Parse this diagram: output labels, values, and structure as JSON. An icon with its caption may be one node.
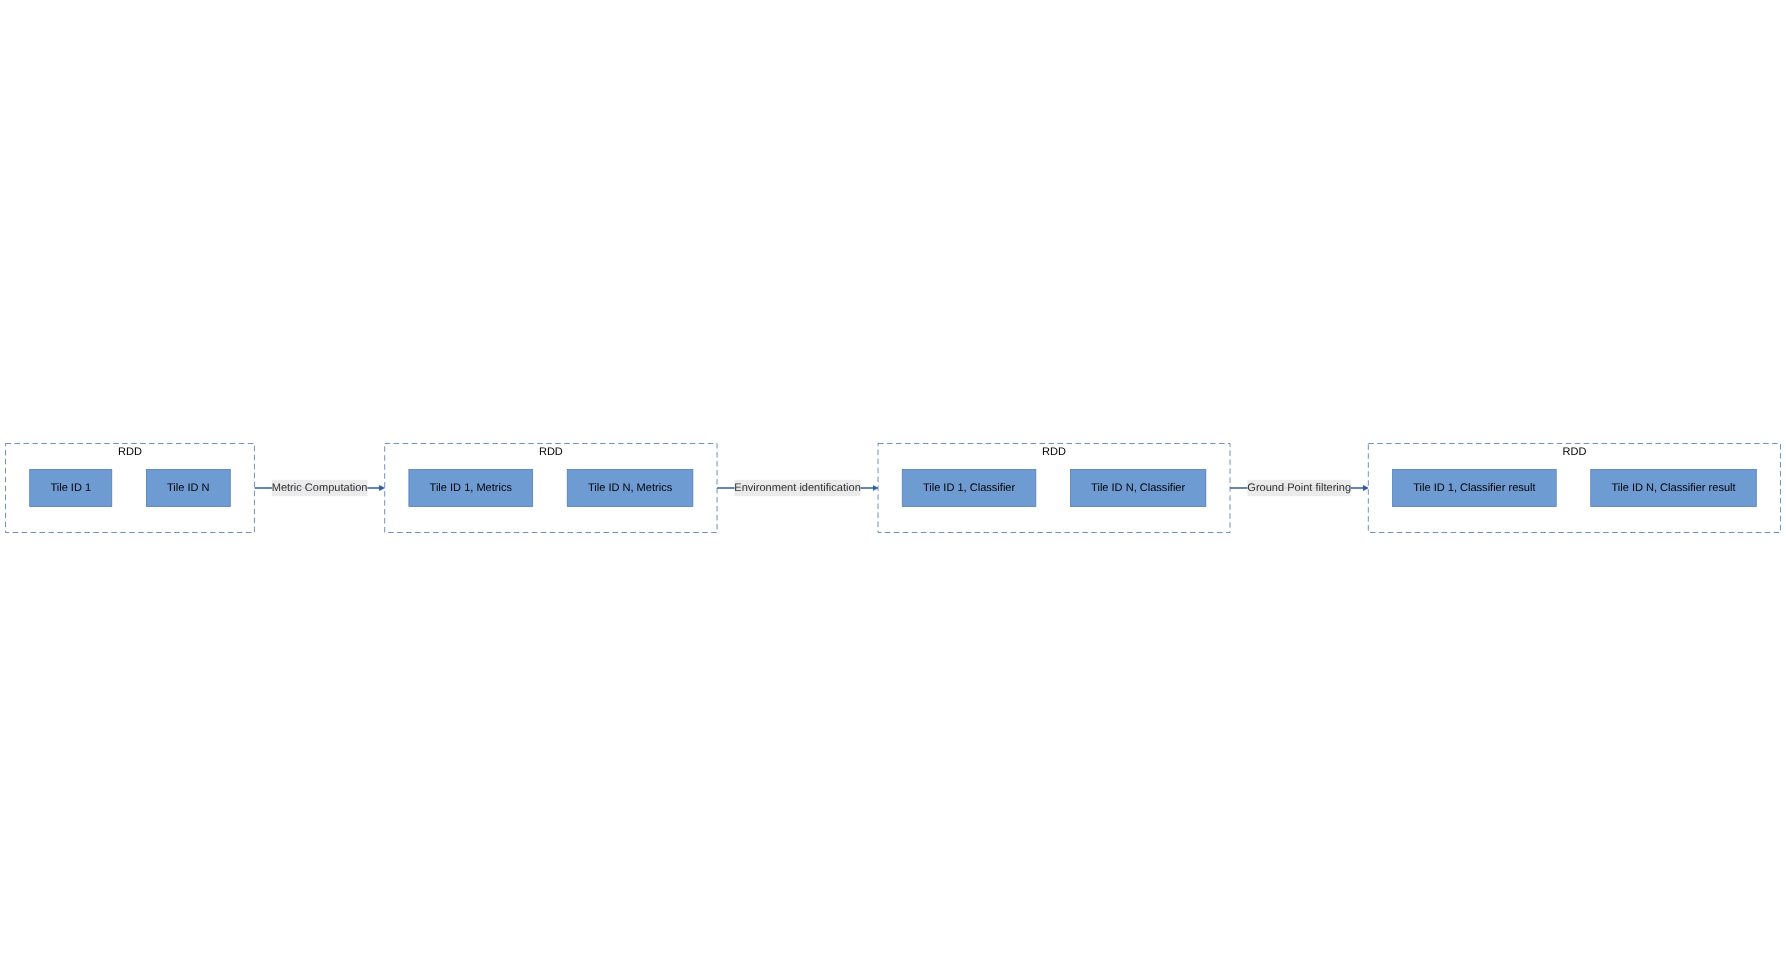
{
  "diagram": {
    "nodes": [
      {
        "text": [
          "RDD"
        ]
      },
      {
        "text": [
          "Tile ID 1"
        ],
        "in": 0
      },
      {
        "text": [
          "Tile ID N"
        ],
        "in": 0
      },
      {
        "text": [
          "RDD"
        ]
      },
      {
        "text": [
          "Tile ID 1, Metrics"
        ],
        "in": 3
      },
      {
        "text": [
          "Tile ID N, Metrics"
        ],
        "in": 3
      },
      {
        "text": [
          "RDD"
        ]
      },
      {
        "text": [
          "Tile ID 1, Classifier"
        ],
        "in": 6
      },
      {
        "text": [
          "Tile ID N, Classifier"
        ],
        "in": 6
      },
      {
        "text": [
          "RDD"
        ]
      },
      {
        "text": [
          "Tile ID 1, Classifier result"
        ],
        "in": 9
      },
      {
        "text": [
          "Tile ID N, Classifier result"
        ],
        "in": 9
      }
    ],
    "edges": [
      {
        "from": 0,
        "to": 3,
        "arrow": "to",
        "label": "Metric Computation"
      },
      {
        "from": 3,
        "to": 6,
        "arrow": "to",
        "label": "Environment identification"
      },
      {
        "from": 6,
        "to": 9,
        "arrow": "to",
        "label": "Ground Point filtering"
      }
    ]
  }
}
